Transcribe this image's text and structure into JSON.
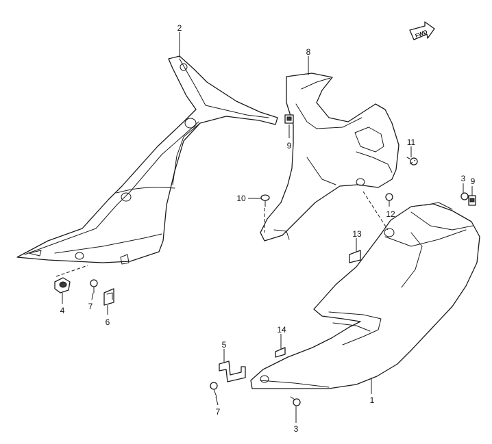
{
  "direction_badge": {
    "text": "FWD"
  },
  "callouts": [
    {
      "id": "c1",
      "text": "1"
    },
    {
      "id": "c2",
      "text": "2"
    },
    {
      "id": "c3a",
      "text": "3"
    },
    {
      "id": "c3b",
      "text": "3"
    },
    {
      "id": "c4",
      "text": "4"
    },
    {
      "id": "c5",
      "text": "5"
    },
    {
      "id": "c6",
      "text": "6"
    },
    {
      "id": "c7a",
      "text": "7"
    },
    {
      "id": "c7b",
      "text": "7"
    },
    {
      "id": "c8",
      "text": "8"
    },
    {
      "id": "c9a",
      "text": "9"
    },
    {
      "id": "c9b",
      "text": "9"
    },
    {
      "id": "c10",
      "text": "10"
    },
    {
      "id": "c11",
      "text": "11"
    },
    {
      "id": "c12",
      "text": "12"
    },
    {
      "id": "c13",
      "text": "13"
    },
    {
      "id": "c14",
      "text": "14"
    }
  ]
}
